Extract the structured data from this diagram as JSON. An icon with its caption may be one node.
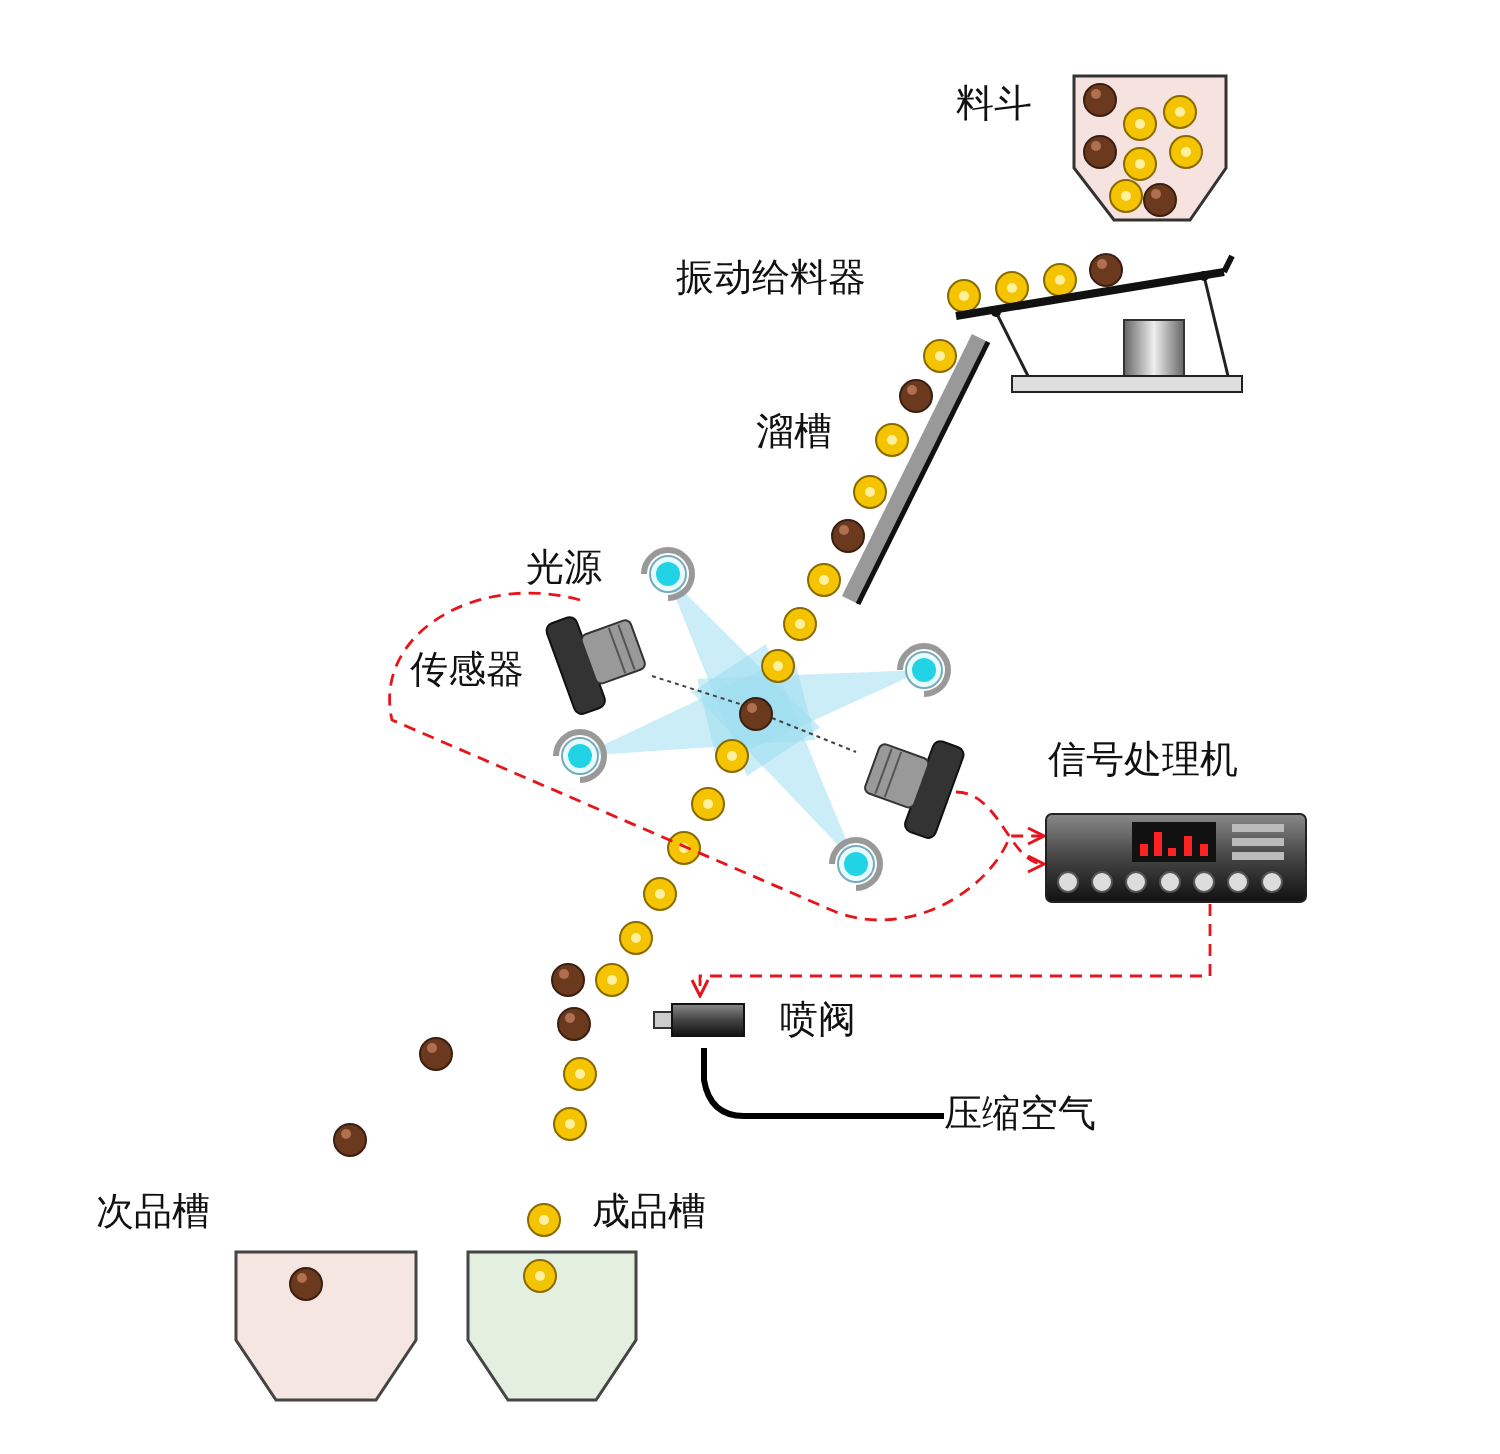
{
  "diagram": {
    "nodes": [
      {
        "text": [
          "料斗"
        ]
      },
      {
        "text": [
          "振动给料器"
        ]
      },
      {
        "text": [
          "溜槽"
        ]
      },
      {
        "text": [
          "光源"
        ]
      },
      {
        "text": [
          "传感器"
        ]
      },
      {
        "text": [],
        "shape": "camera"
      },
      {
        "text": [
          "信号处理机"
        ]
      },
      {
        "text": [
          "喷阀"
        ]
      },
      {
        "text": [
          "压缩空气"
        ]
      },
      {
        "text": [
          "次品槽"
        ]
      },
      {
        "text": [
          "成品槽"
        ]
      }
    ],
    "edges": [
      {
        "from": 4,
        "to": 6,
        "arrow": "to",
        "style": "dashed"
      },
      {
        "from": 5,
        "to": 6,
        "arrow": "to",
        "style": "dashed"
      },
      {
        "from": 6,
        "to": 7,
        "arrow": "to",
        "style": "dashed"
      },
      {
        "from": 8,
        "to": 7,
        "arrow": "none",
        "style": "thick",
        "color": "#000000"
      }
    ]
  }
}
